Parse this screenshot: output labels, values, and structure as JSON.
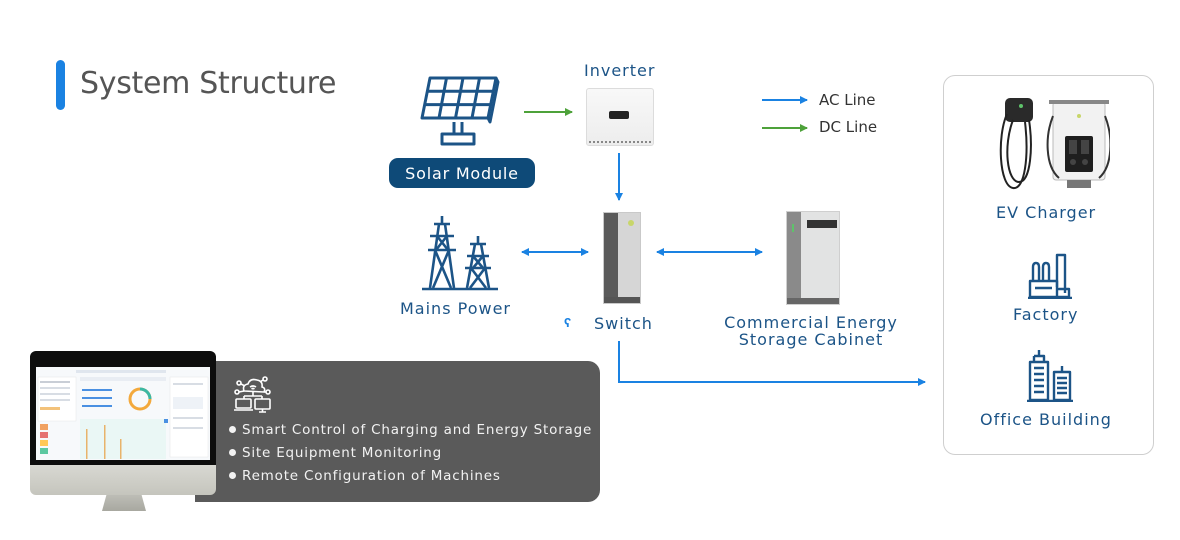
{
  "title": "System Structure",
  "colors": {
    "accent": "#1a82e2",
    "ac_line": "#1a82e2",
    "dc_line": "#4ea23a",
    "label": "#1c5487",
    "badge": "#0e4a78",
    "feature_card": "#5a5a5a"
  },
  "legend": {
    "ac": "AC Line",
    "dc": "DC Line"
  },
  "nodes": {
    "solar": {
      "label": "Solar Module",
      "icon": "solar-panel-icon"
    },
    "inverter": {
      "label": "Inverter",
      "icon": "inverter-device"
    },
    "mains": {
      "label": "Mains Power",
      "icon": "transmission-tower-icon"
    },
    "switch": {
      "label": "Switch",
      "icon": "switch-cabinet",
      "signal_icon": "signal-icon"
    },
    "storage": {
      "label": "Commercial Energy Storage Cabinet",
      "icon": "storage-cabinet"
    }
  },
  "loads": {
    "ev": {
      "label": "EV Charger",
      "icon": "ev-charger-icon"
    },
    "factory": {
      "label": "Factory",
      "icon": "factory-icon"
    },
    "office": {
      "label": "Office Building",
      "icon": "office-building-icon"
    }
  },
  "connections": [
    {
      "from": "Solar Module",
      "to": "Inverter",
      "type": "DC",
      "direction": "one-way"
    },
    {
      "from": "Inverter",
      "to": "Switch",
      "type": "AC",
      "direction": "one-way"
    },
    {
      "from": "Switch",
      "to": "Mains Power",
      "type": "AC",
      "direction": "two-way"
    },
    {
      "from": "Switch",
      "to": "Commercial Energy Storage Cabinet",
      "type": "AC",
      "direction": "two-way"
    },
    {
      "from": "Switch",
      "to": "Loads",
      "type": "AC",
      "direction": "one-way"
    }
  ],
  "features": {
    "icon": "cloud-network-icon",
    "items": [
      "Smart Control of Charging and Energy Storage",
      "Site Equipment Monitoring",
      "Remote Configuration of Machines"
    ]
  }
}
